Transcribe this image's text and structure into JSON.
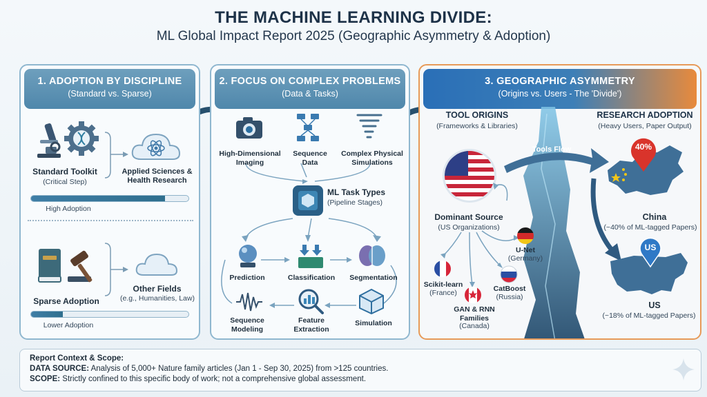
{
  "title": "THE MACHINE LEARNING DIVIDE:",
  "subtitle": "ML Global Impact Report 2025 (Geographic Asymmetry & Adoption)",
  "panel1": {
    "heading": "1. ADOPTION BY DISCIPLINE",
    "subheading": "(Standard vs. Sparse)",
    "standard_title": "Standard Toolkit",
    "standard_sub": "(Critical Step)",
    "applied_label": "Applied Sciences & Health Research",
    "high_label": "High Adoption",
    "high_level": 0.85,
    "sparse_title": "Sparse Adoption",
    "other_title": "Other Fields",
    "other_sub": "(e.g., Humanities, Law)",
    "low_label": "Lower Adoption",
    "low_level": 0.2
  },
  "panel2": {
    "heading": "2. FOCUS ON COMPLEX PROBLEMS",
    "subheading": "(Data & Tasks)",
    "inputs": [
      "High-Dimensional Imaging",
      "Sequence Data",
      "Complex Physical Simulations"
    ],
    "hub_title": "ML Task Types",
    "hub_sub": "(Pipeline Stages)",
    "tasks": {
      "prediction": "Prediction",
      "classification": "Classification",
      "segmentation": "Segmentation",
      "sequence": "Sequence Modeling",
      "feature": "Feature Extraction",
      "simulation": "Simulation"
    }
  },
  "panel3": {
    "heading": "3. GEOGRAPHIC ASYMMETRY",
    "subheading": "(Origins vs. Users - The 'Divide')",
    "origins_title": "TOOL ORIGINS",
    "origins_sub": "(Frameworks & Libraries)",
    "adoption_title": "RESEARCH ADOPTION",
    "adoption_sub": "(Heavy Users, Paper Output)",
    "flow_label": "Tools Flow",
    "dominant_title": "Dominant Source",
    "dominant_sub": "(US Organizations)",
    "tools": [
      {
        "name": "U-Net",
        "country": "(Germany)"
      },
      {
        "name": "Scikit-learn",
        "country": "(France)"
      },
      {
        "name": "CatBoost",
        "country": "(Russia)"
      },
      {
        "name": "GAN & RNN Families",
        "country": "(Canada)"
      }
    ],
    "china": {
      "pin": "40%",
      "name": "China",
      "desc": "(~40% of ML-tagged Papers)"
    },
    "us": {
      "pin": "US",
      "name": "US",
      "desc": "(~18% of ML-tagged Papers)"
    }
  },
  "footer": {
    "heading": "Report Context & Scope:",
    "source_label": "DATA SOURCE:",
    "source_text": " Analysis of 5,000+ Nature family articles (Jan 1 - Sep 30, 2025) from >125 countries.",
    "scope_label": "SCOPE:",
    "scope_text": " Strictly confined to this specific body of work; not a comprehensive global assessment."
  },
  "colors": {
    "panel_header": "#5a8fb1",
    "accent_orange": "#e88a3c",
    "accent_blue": "#2a6fb7",
    "pin_red": "#d9342b",
    "pin_blue": "#2f79c6"
  },
  "icons": [
    "microscope-icon",
    "gear-dna-icon",
    "cloud-atom-icon",
    "book-icon",
    "gavel-icon",
    "cloud-icon",
    "camera-icon",
    "flowchart-icon",
    "tornado-icon",
    "hub-chip-icon",
    "crystal-ball-icon",
    "sort-bin-icon",
    "brain-icon",
    "waveform-icon",
    "magnifier-chart-icon",
    "cube-icon"
  ]
}
